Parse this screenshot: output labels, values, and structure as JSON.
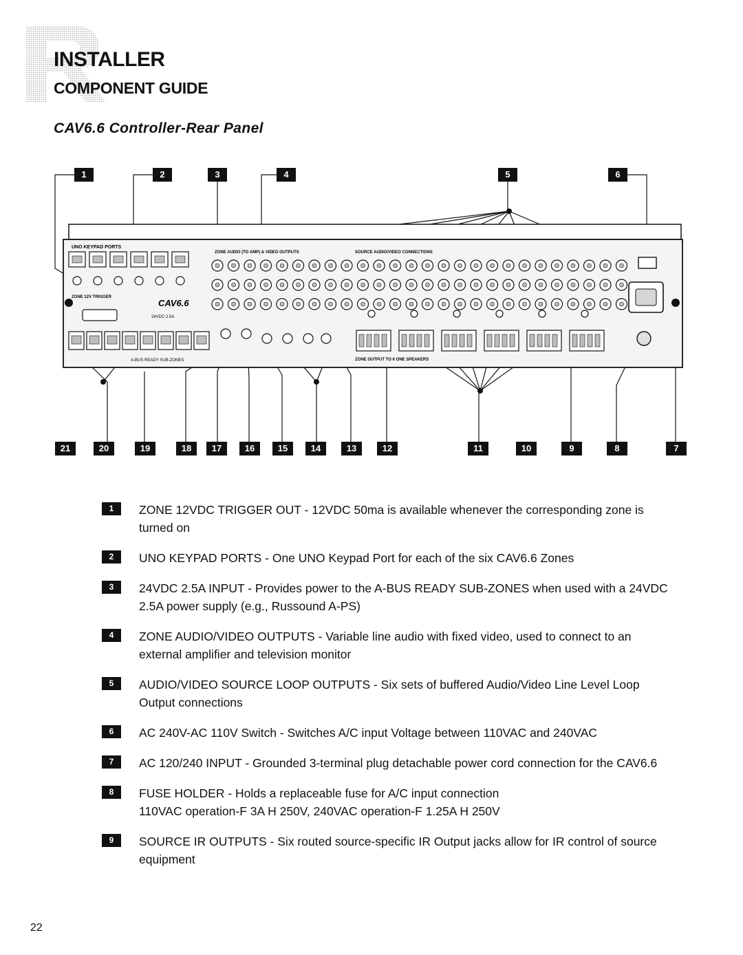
{
  "header": {
    "title": "INSTALLER",
    "subtitle": "COMPONENT GUIDE",
    "section_title": "CAV6.6 Controller-Rear Panel"
  },
  "diagram": {
    "top_callouts": [
      "1",
      "2",
      "3",
      "4",
      "5",
      "6"
    ],
    "bottom_callouts": [
      "21",
      "20",
      "19",
      "18",
      "17",
      "16",
      "15",
      "14",
      "13",
      "12",
      "11",
      "10",
      "9",
      "8",
      "7"
    ],
    "panel_labels": {
      "keypad_ports": "UNO KEYPAD PORTS",
      "zone_trigger": "ZONE 12V TRIGGER",
      "zone_outputs": "ZONE AUDIO (TO AMP) & VIDEO OUTPUTS",
      "source_loop": "SOURCE AUDIO/VIDEO CONNECTIONS",
      "zone_speakers": "ZONE OUTPUT TO 6 ONE SPEAKERS",
      "brand": "CAV6.6",
      "power_input": "24VDC 2.5A",
      "abus": "A-BUS READY SUB-ZONES"
    },
    "colors": {
      "ink": "#111111",
      "panel": "#f4f4f4",
      "jack": "#bdbdbd"
    }
  },
  "legend": [
    {
      "num": "1",
      "text": "ZONE 12VDC TRIGGER OUT - 12VDC 50ma is available whenever the corresponding zone is turned on"
    },
    {
      "num": "2",
      "text": "UNO KEYPAD PORTS - One UNO Keypad Port for each of the six CAV6.6 Zones"
    },
    {
      "num": "3",
      "text": "24VDC 2.5A INPUT - Provides power to the A-BUS READY SUB-ZONES when used with a 24VDC 2.5A power supply (e.g., Russound A-PS)"
    },
    {
      "num": "4",
      "text": "ZONE AUDIO/VIDEO OUTPUTS - Variable line audio with fixed video, used to connect to an external amplifier and television monitor"
    },
    {
      "num": "5",
      "text": "AUDIO/VIDEO SOURCE LOOP OUTPUTS - Six sets of buffered Audio/Video Line Level Loop Output connections"
    },
    {
      "num": "6",
      "text": "AC 240V-AC 110V Switch - Switches A/C input Voltage between 110VAC and 240VAC"
    },
    {
      "num": "7",
      "text": "AC 120/240 INPUT - Grounded 3-terminal plug detachable power cord connection for the CAV6.6"
    },
    {
      "num": "8",
      "text": "FUSE HOLDER - Holds a replaceable fuse for A/C input connection",
      "text2": "110VAC operation-F 3A H 250V, 240VAC operation-F 1.25A H 250V"
    },
    {
      "num": "9",
      "text": "SOURCE IR OUTPUTS - Six routed source-specific IR Output jacks allow for IR control of source equipment"
    }
  ],
  "page_number": "22"
}
